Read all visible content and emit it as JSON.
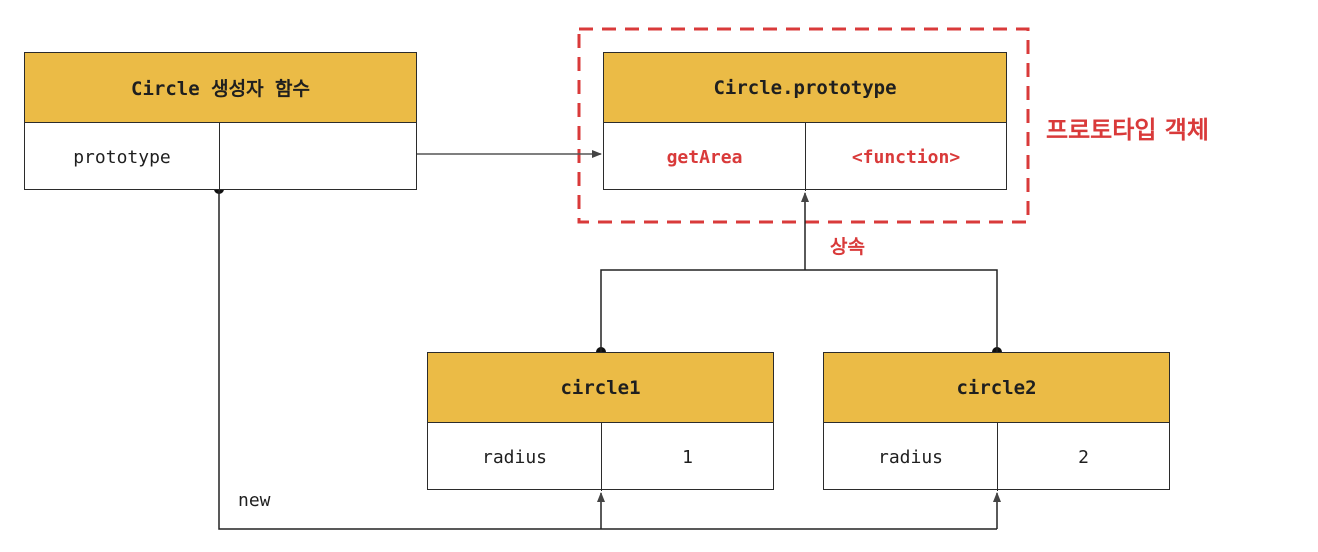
{
  "constructor_box": {
    "title": "Circle 생성자 함수",
    "property": "prototype",
    "value": ""
  },
  "prototype_box": {
    "title": "Circle.prototype",
    "property": "getArea",
    "value": "<function>"
  },
  "instance1": {
    "title": "circle1",
    "property": "radius",
    "value": "1"
  },
  "instance2": {
    "title": "circle2",
    "property": "radius",
    "value": "2"
  },
  "labels": {
    "prototype_object": "프로토타입 객체",
    "inheritance": "상속",
    "new": "new"
  },
  "colors": {
    "header_fill": "#ebbb46",
    "highlight_red": "#d93a3a",
    "line": "#333333"
  }
}
